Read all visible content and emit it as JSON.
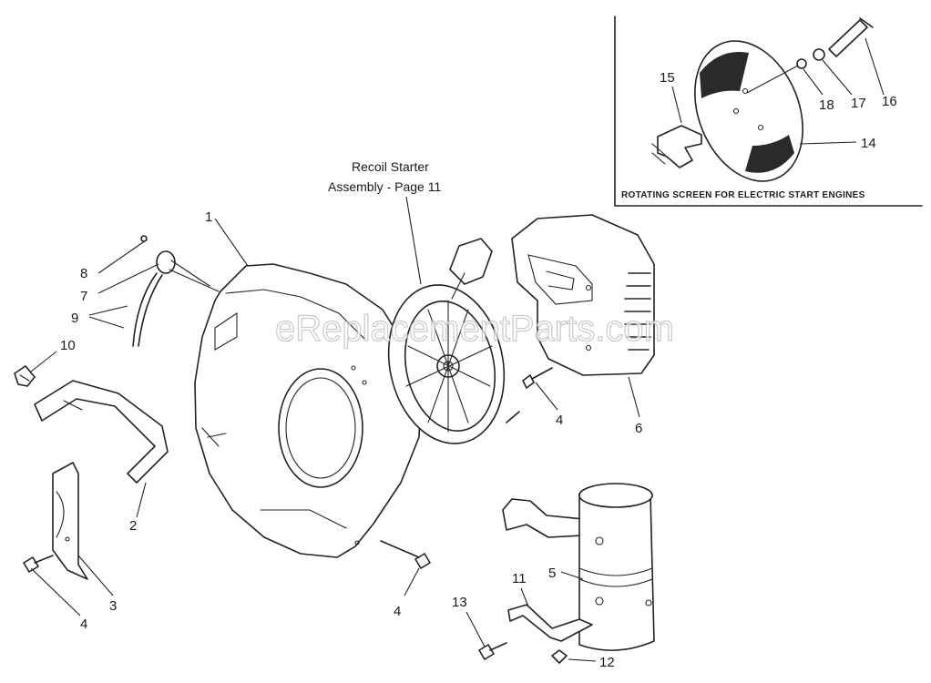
{
  "watermark": "eReplacementParts.com",
  "recoil_note": {
    "line1": "Recoil Starter",
    "line2": "Assembly - Page 11"
  },
  "inset": {
    "caption": "ROTATING SCREEN FOR ELECTRIC START ENGINES"
  },
  "labels": {
    "p1": "1",
    "p2": "2",
    "p3": "3",
    "p4a": "4",
    "p4b": "4",
    "p4c": "4",
    "p5": "5",
    "p6": "6",
    "p7": "7",
    "p8": "8",
    "p9": "9",
    "p10": "10",
    "p11": "11",
    "p12": "12",
    "p13": "13",
    "p14": "14",
    "p15": "15",
    "p16": "16",
    "p17": "17",
    "p18": "18"
  }
}
